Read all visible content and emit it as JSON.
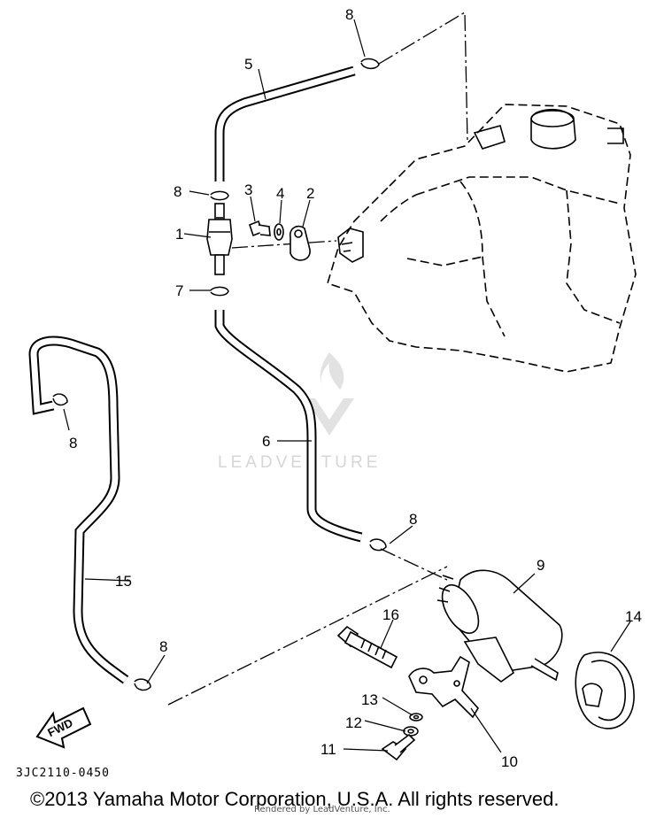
{
  "callouts": {
    "c1": "1",
    "c2": "2",
    "c3": "3",
    "c4": "4",
    "c5": "5",
    "c6": "6",
    "c7": "7",
    "c8a": "8",
    "c8b": "8",
    "c8c": "8",
    "c8d": "8",
    "c8e": "8",
    "c9": "9",
    "c10": "10",
    "c11": "11",
    "c12": "12",
    "c13": "13",
    "c14": "14",
    "c15": "15",
    "c16": "16"
  },
  "fwd_label": "FWD",
  "diagram_code": "3JC2110-0450",
  "watermark": "LEADVENTURE",
  "copyright": "©2013 Yamaha Motor Corporation, U.S.A. All rights reserved.",
  "rendered_by": "Rendered by LeadVenture, Inc."
}
